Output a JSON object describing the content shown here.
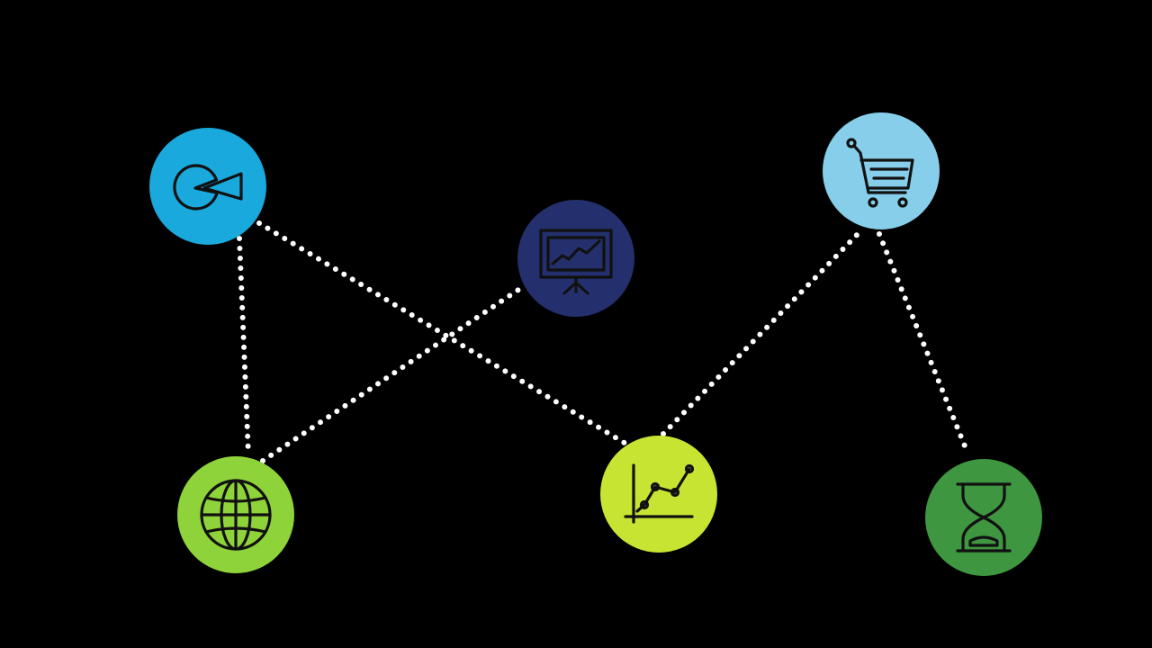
{
  "diagram": {
    "background": "#000000",
    "edge_color": "#ffffff",
    "edge_style": "dotted",
    "nodes": [
      {
        "id": "pie-chart",
        "icon": "pie-chart-icon",
        "color": "#19a9dc"
      },
      {
        "id": "presentation",
        "icon": "presentation-board-icon",
        "color": "#24306d"
      },
      {
        "id": "cart",
        "icon": "shopping-cart-icon",
        "color": "#87ceea"
      },
      {
        "id": "globe",
        "icon": "globe-icon",
        "color": "#8ed33a"
      },
      {
        "id": "growth",
        "icon": "line-graph-icon",
        "color": "#c8e432"
      },
      {
        "id": "hourglass",
        "icon": "hourglass-icon",
        "color": "#3e9640"
      }
    ],
    "edges": [
      {
        "from": "pie-chart",
        "to": "globe"
      },
      {
        "from": "pie-chart",
        "to": "growth"
      },
      {
        "from": "globe",
        "to": "presentation"
      },
      {
        "from": "growth",
        "to": "cart"
      },
      {
        "from": "cart",
        "to": "hourglass"
      }
    ]
  }
}
